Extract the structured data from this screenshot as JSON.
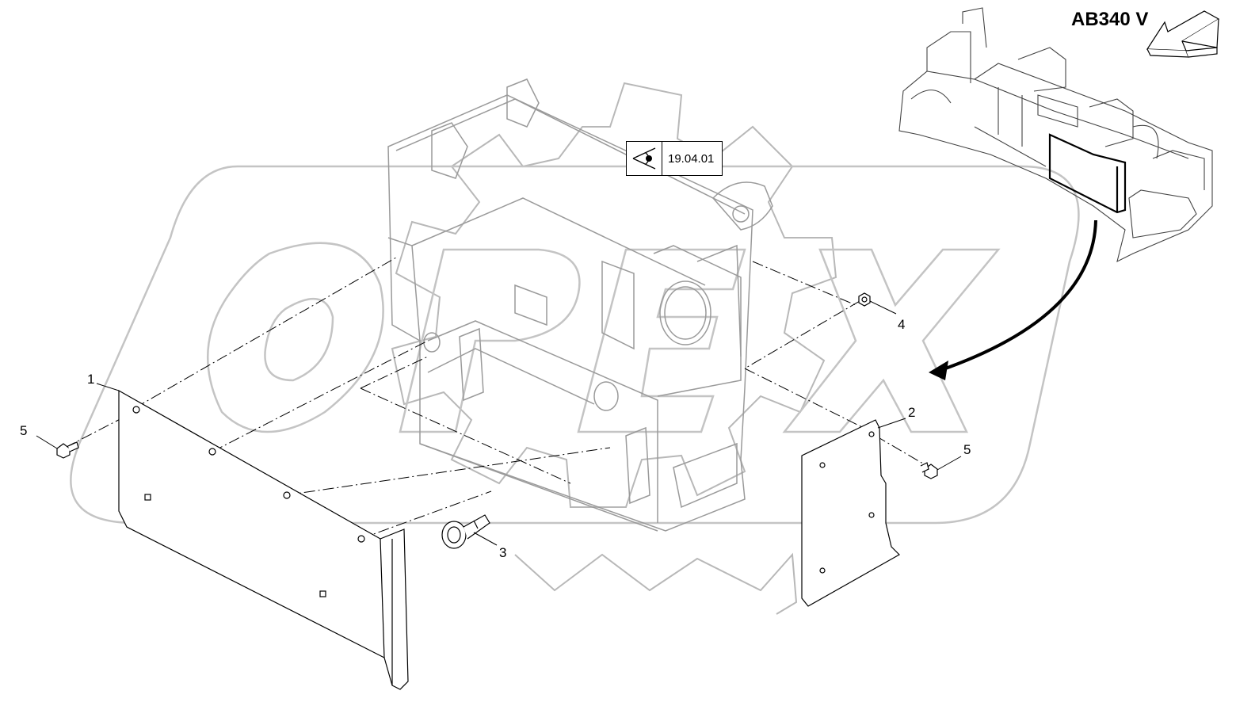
{
  "model": "AB340 V",
  "reference": {
    "label": "19.04.01",
    "icon": "eye-view-icon"
  },
  "watermark": "OPEX",
  "callouts": [
    {
      "id": "c1",
      "text": "1"
    },
    {
      "id": "c2",
      "text": "2"
    },
    {
      "id": "c3",
      "text": "3"
    },
    {
      "id": "c4",
      "text": "4"
    },
    {
      "id": "c5a",
      "text": "5"
    },
    {
      "id": "c5b",
      "text": "5"
    }
  ]
}
